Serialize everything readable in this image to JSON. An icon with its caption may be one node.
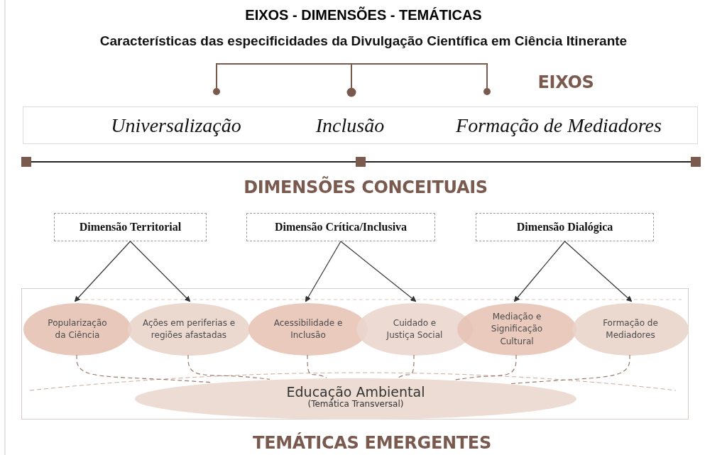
{
  "diagram": {
    "title": "EIXOS - DIMENSÕES - TEMÁTICAS",
    "nodes": [
      {
        "text": [
          "Universalização",
          "Inclusão",
          "Formação de Mediadores"
        ]
      },
      {
        "text": [
          "Dimensão Territorial"
        ]
      },
      {
        "text": [
          "Dimensão Crítica/Inclusiva"
        ]
      },
      {
        "text": [
          "Dimensão Dialógica"
        ]
      },
      {
        "text": [],
        "shape": "box"
      },
      {
        "text": [
          "Popularização da Ciência"
        ],
        "in": 4
      },
      {
        "text": [
          "Ações em periferias e regiões afastadas"
        ],
        "in": 4
      },
      {
        "text": [
          "Acessibilidade e Inclusão"
        ],
        "in": 4
      },
      {
        "text": [
          "Cuidado e Justiça Social"
        ],
        "in": 4
      },
      {
        "text": [
          "Mediação e Significação Cultural"
        ],
        "in": 4
      },
      {
        "text": [
          "Formação de Mediadores"
        ],
        "in": 4
      },
      {
        "text": [
          "Educação Ambiental",
          "(Temática Transversal)"
        ],
        "in": 4
      }
    ],
    "edges": [
      {
        "from": 1,
        "to": 5,
        "arrow": "to"
      },
      {
        "from": 1,
        "to": 6,
        "arrow": "to"
      },
      {
        "from": 2,
        "to": 7,
        "arrow": "to"
      },
      {
        "from": 2,
        "to": 8,
        "arrow": "to"
      },
      {
        "from": 3,
        "to": 9,
        "arrow": "to"
      },
      {
        "from": 3,
        "to": 10,
        "arrow": "to"
      },
      {
        "from": 5,
        "to": 11,
        "arrow": "none",
        "style": "dashed",
        "color": "#9a786c"
      },
      {
        "from": 6,
        "to": 11,
        "arrow": "none",
        "style": "dashed",
        "color": "#9a786c"
      },
      {
        "from": 7,
        "to": 11,
        "arrow": "none",
        "style": "dashed",
        "color": "#9a786c"
      },
      {
        "from": 8,
        "to": 11,
        "arrow": "none",
        "style": "dashed",
        "color": "#9a786c"
      },
      {
        "from": 9,
        "to": 11,
        "arrow": "none",
        "style": "dashed",
        "color": "#9a786c"
      },
      {
        "from": 10,
        "to": 11,
        "arrow": "none",
        "style": "dashed",
        "color": "#9a786c"
      }
    ],
    "labels": [
      "Características das especificidades da Divulgação Científica em Ciência Itinerante",
      "EIXOS",
      "DIMENSÕES CONCEITUAIS",
      "TEMÁTICAS EMERGENTES"
    ]
  }
}
